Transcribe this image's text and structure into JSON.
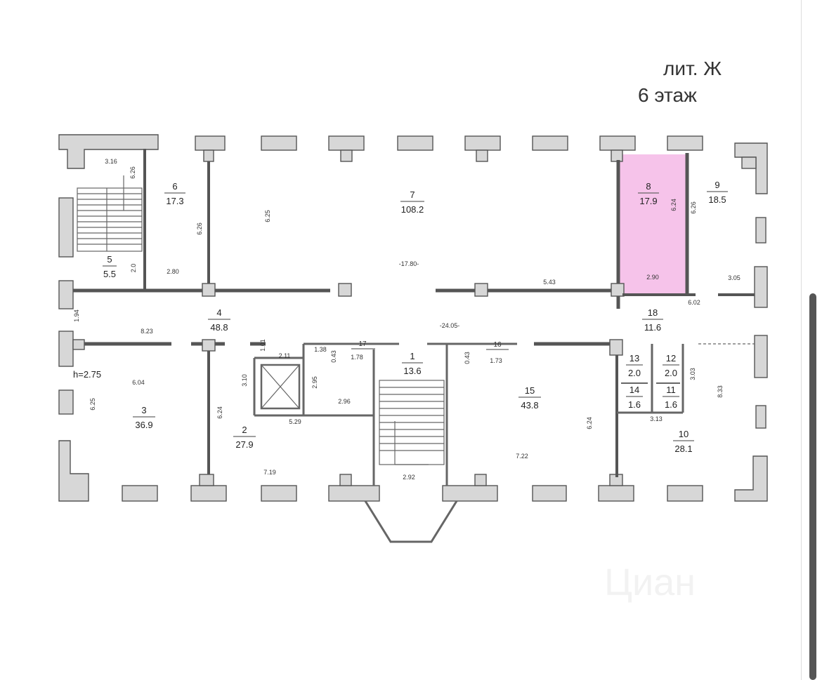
{
  "header": {
    "line1": "лит. Ж",
    "line2": "6 этаж"
  },
  "height_label": "h=2.75",
  "highlight_color": "#f5b8e6",
  "watermark": "Циан",
  "rooms": [
    {
      "id": "r7",
      "num": "7",
      "area": "108.2"
    },
    {
      "id": "r6",
      "num": "6",
      "area": "17.3"
    },
    {
      "id": "r5",
      "num": "5",
      "area": "5.5"
    },
    {
      "id": "r8",
      "num": "8",
      "area": "17.9"
    },
    {
      "id": "r9",
      "num": "9",
      "area": "18.5"
    },
    {
      "id": "r4",
      "num": "4",
      "area": "48.8"
    },
    {
      "id": "r18",
      "num": "18",
      "area": "11.6"
    },
    {
      "id": "r1",
      "num": "1",
      "area": "13.6"
    },
    {
      "id": "r15",
      "num": "15",
      "area": "43.8"
    },
    {
      "id": "r3",
      "num": "3",
      "area": "36.9"
    },
    {
      "id": "r2",
      "num": "2",
      "area": "27.9"
    },
    {
      "id": "r13",
      "num": "13",
      "area": "2.0"
    },
    {
      "id": "r12",
      "num": "12",
      "area": "2.0"
    },
    {
      "id": "r14",
      "num": "14",
      "area": "1.6"
    },
    {
      "id": "r11",
      "num": "11",
      "area": "1.6"
    },
    {
      "id": "r10",
      "num": "10",
      "area": "28.1"
    },
    {
      "id": "r17",
      "num": "17",
      "area": "1.78"
    },
    {
      "id": "r16",
      "num": "16",
      "area": "1.73"
    }
  ],
  "dims": [
    "3.16",
    "6.26",
    "2.0",
    "2.80",
    "6.26",
    "6.25",
    "-17.80-",
    "5.43",
    "6.24",
    "6.26",
    "2.90",
    "3.05",
    "6.02",
    "1.94",
    "8.23",
    "-24.05-",
    "1.01",
    "2.11",
    "1.38",
    "0.43",
    "0.43",
    "3.10",
    "2.95",
    "2.96",
    "5.29",
    "6.04",
    "6.25",
    "6.24",
    "7.19",
    "2.92",
    "7.22",
    "6.24",
    "3.13",
    "3.03",
    "8.33"
  ]
}
